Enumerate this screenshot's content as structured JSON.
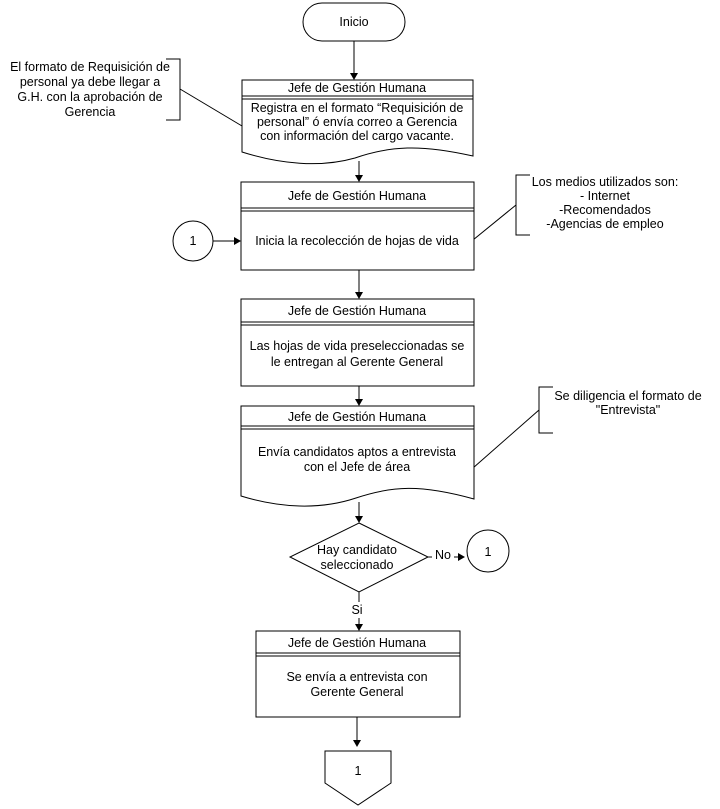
{
  "start": {
    "label": "Inicio"
  },
  "notes": {
    "n1": [
      "El formato de Requisición de",
      "personal ya debe llegar a",
      "G.H. con la aprobación de",
      "Gerencia"
    ],
    "n2": [
      "Los medios utilizados son:",
      "- Internet",
      "-Recomendados",
      "-Agencias de empleo"
    ],
    "n3": [
      "Se diligencia el formato de",
      "\"Entrevista\""
    ]
  },
  "steps": [
    {
      "role": "Jefe de Gestión Humana",
      "lines": [
        "Registra en el formato “Requisición de",
        "personal” ó envía correo a Gerencia",
        "con información del cargo vacante."
      ]
    },
    {
      "role": "Jefe de Gestión Humana",
      "lines": [
        "Inicia la recolección de hojas de vida"
      ]
    },
    {
      "role": "Jefe de Gestión Humana",
      "lines": [
        "Las hojas de vida preseleccionadas se",
        "le entregan al Gerente General"
      ]
    },
    {
      "role": "Jefe de Gestión Humana",
      "lines": [
        "Envía candidatos aptos a entrevista",
        "con el Jefe de área"
      ]
    },
    {
      "role": "Jefe de Gestión Humana",
      "lines": [
        "Se envía a entrevista con",
        "Gerente General"
      ]
    }
  ],
  "decision": {
    "lines": [
      "Hay candidato",
      "seleccionado"
    ],
    "no_label": "No",
    "yes_label": "Si"
  },
  "connectors": {
    "left_in": "1",
    "no_out": "1",
    "offpage": "1"
  }
}
